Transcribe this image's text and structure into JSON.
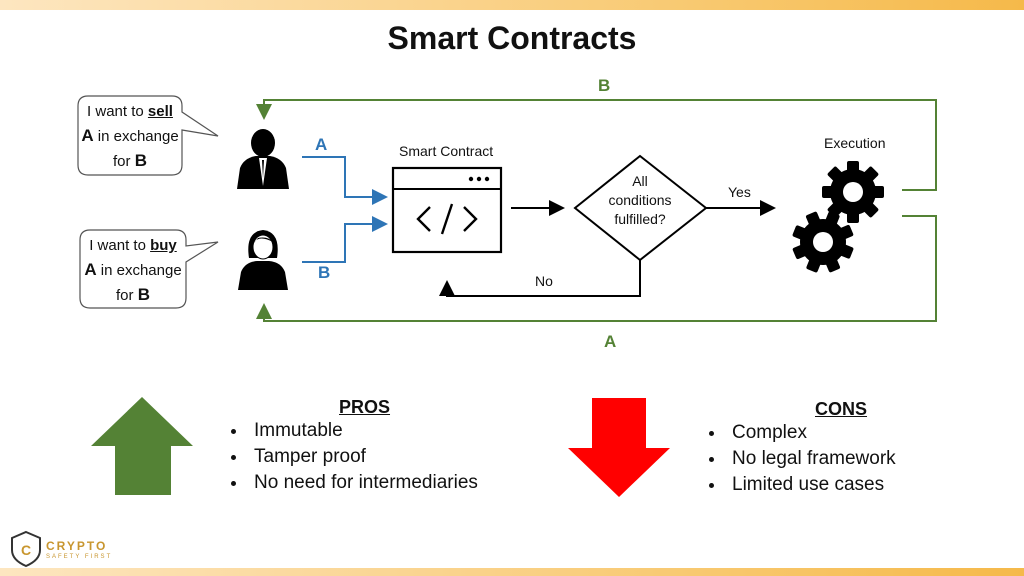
{
  "title": "Smart Contracts",
  "seller_bubble": {
    "line1": "I want to ",
    "action": "sell",
    "asset": "A",
    "line2": " in exchange",
    "line3": "for ",
    "price": "B"
  },
  "buyer_bubble": {
    "line1": "I want to ",
    "action": "buy",
    "asset": "A",
    "line2": " in exchange",
    "line3": "for ",
    "price": "B"
  },
  "flow": {
    "seller_input": "A",
    "buyer_input": "B",
    "top_return": "B",
    "bottom_return": "A",
    "smart_contract_label": "Smart Contract",
    "decision_lines": [
      "All",
      "conditions",
      "fulfilled?"
    ],
    "yes_label": "Yes",
    "no_label": "No",
    "execution_label": "Execution"
  },
  "pros": {
    "heading": "PROS",
    "items": [
      "Immutable",
      "Tamper proof",
      "No need for intermediaries"
    ]
  },
  "cons": {
    "heading": "CONS",
    "items": [
      "Complex",
      "No legal framework",
      "Limited use cases"
    ]
  },
  "logo": {
    "name": "CRYPTO",
    "tagline": "SAFETY FIRST",
    "mark_letter": "C"
  },
  "colors": {
    "green": "#548235",
    "blue": "#2e75b6",
    "red": "#ff0000",
    "arrow_up": "#548235",
    "arrow_down": "#ff0000",
    "gold": "#c8962f"
  },
  "icons": [
    "man-icon",
    "woman-icon",
    "code-window-icon",
    "gear-icon",
    "arrow-up-icon",
    "arrow-down-icon",
    "shield-logo-icon"
  ]
}
